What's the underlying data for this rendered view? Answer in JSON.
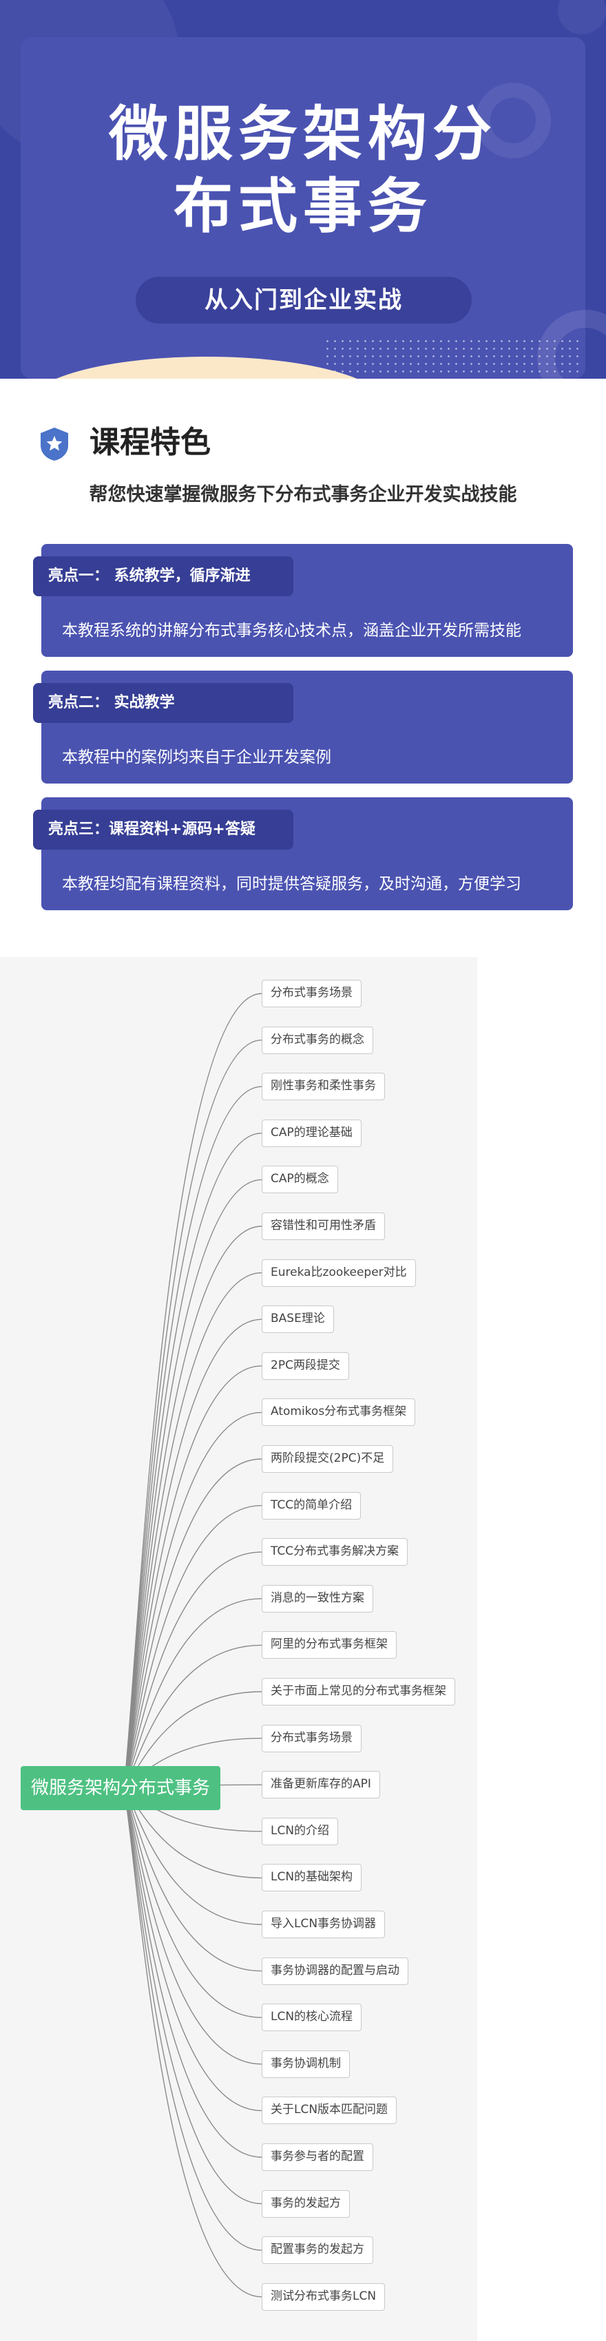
{
  "hero": {
    "title_line1": "微服务架构分",
    "title_line2": "布式事务",
    "subtitle": "从入门到企业实战"
  },
  "features": {
    "title": "课程特色",
    "subtitle": "帮您快速掌握微服务下分布式事务企业开发实战技能",
    "cards": [
      {
        "tag": "亮点一：  系统教学，循序渐进",
        "text": "本教程系统的讲解分布式事务核心技术点，涵盖企业开发所需技能"
      },
      {
        "tag": "亮点二：  实战教学",
        "text": "本教程中的案例均来自于企业开发案例"
      },
      {
        "tag": "亮点三：课程资料+源码+答疑",
        "text": "本教程均配有课程资料，同时提供答疑服务，及时沟通，方便学习"
      }
    ]
  },
  "mindmap": {
    "root": "微服务架构分布式事务",
    "nodes": [
      "分布式事务场景",
      "分布式事务的概念",
      "刚性事务和柔性事务",
      "CAP的理论基础",
      "CAP的概念",
      "容错性和可用性矛盾",
      "Eureka比zookeeper对比",
      "BASE理论",
      "2PC两段提交",
      "Atomikos分布式事务框架",
      "两阶段提交(2PC)不足",
      "TCC的简单介绍",
      "TCC分布式事务解决方案",
      "消息的一致性方案",
      "阿里的分布式事务框架",
      "关于市面上常见的分布式事务框架",
      "分布式事务场景",
      "准备更新库存的API",
      "LCN的介绍",
      "LCN的基础架构",
      "导入LCN事务协调器",
      "事务协调器的配置与启动",
      "LCN的核心流程",
      "事务协调机制",
      "关于LCN版本匹配问题",
      "事务参与者的配置",
      "事务的发起方",
      "配置事务的发起方",
      "测试分布式事务LCN"
    ]
  },
  "colors": {
    "hero_bg": "#3b46a3",
    "card_bg": "#4b53b1",
    "card_tag_bg": "#363e95",
    "root_green": "#4ec182"
  },
  "icons": [
    "shield-star-icon"
  ]
}
